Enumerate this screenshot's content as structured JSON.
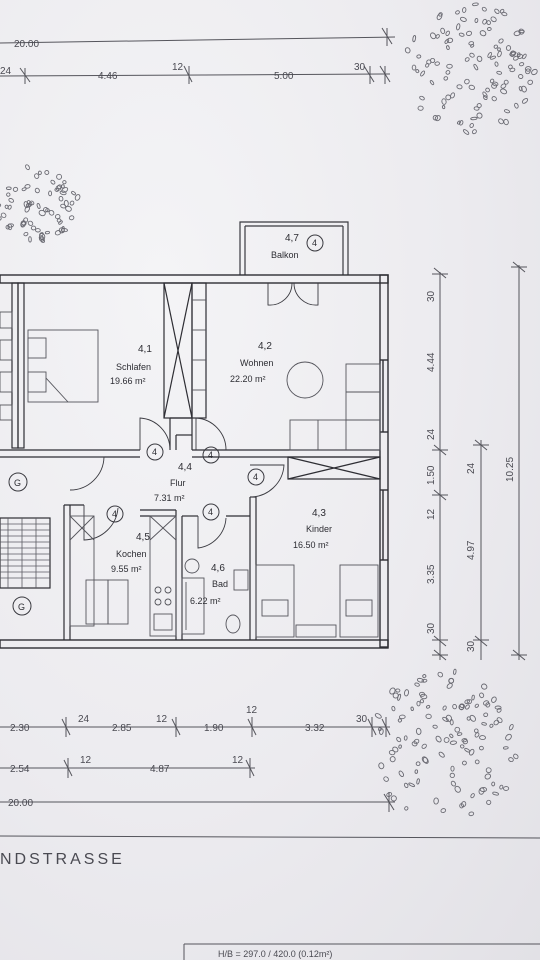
{
  "rooms": {
    "schlafen": {
      "number": "4,1",
      "name": "Schlafen",
      "area": "19.66 m²"
    },
    "wohnen": {
      "number": "4,2",
      "name": "Wohnen",
      "area": "22.20 m²"
    },
    "kinder": {
      "number": "4,3",
      "name": "Kinder",
      "area": "16.50 m²"
    },
    "flur": {
      "number": "4,4",
      "name": "Flur",
      "area": "7.31 m²"
    },
    "kochen": {
      "number": "4,5",
      "name": "Kochen",
      "area": "9.55 m²"
    },
    "bad": {
      "number": "4,6",
      "name": "Bad",
      "area": "6.22 m²"
    },
    "balkon": {
      "number": "4,7",
      "name": "Balkon"
    }
  },
  "door_tag": "4",
  "stair_tag": "G",
  "dimensions": {
    "top_total": "20.00",
    "top_row": [
      "24",
      "4.46",
      "12",
      "5.00",
      "30"
    ],
    "right_inner": [
      "30",
      "4.44",
      "24",
      "1.50",
      "12",
      "3.35",
      "30"
    ],
    "right_mid": [
      "24",
      "4.97",
      "30"
    ],
    "right_total": "10.25",
    "bottom_row1": [
      "2.30",
      "24",
      "2.85",
      "12",
      "1.90",
      "12",
      "3.32",
      "30"
    ],
    "bottom_row2": [
      "2.54",
      "12",
      "4.87",
      "12"
    ],
    "bottom_total": "20.00"
  },
  "street": "NDSTRASSE",
  "footer": "H/B = 297.0 / 420.0 (0.12m²)"
}
